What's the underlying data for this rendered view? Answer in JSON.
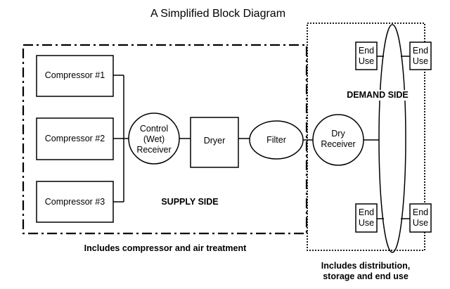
{
  "title": "A Simplified Block Diagram",
  "compressors": [
    "Compressor #1",
    "Compressor #2",
    "Compressor #3"
  ],
  "control_receiver": {
    "line1": "Control",
    "line2": "(Wet)",
    "line3": "Receiver"
  },
  "dryer": "Dryer",
  "filter": "Filter",
  "dry_receiver": {
    "line1": "Dry",
    "line2": "Receiver"
  },
  "end_use": {
    "line1": "End",
    "line2": "Use"
  },
  "supply_side": "SUPPLY SIDE",
  "demand_side": "DEMAND SIDE",
  "supply_caption": "Includes compressor and air treatment",
  "demand_caption": {
    "line1": "Includes distribution,",
    "line2": "storage and end use"
  }
}
